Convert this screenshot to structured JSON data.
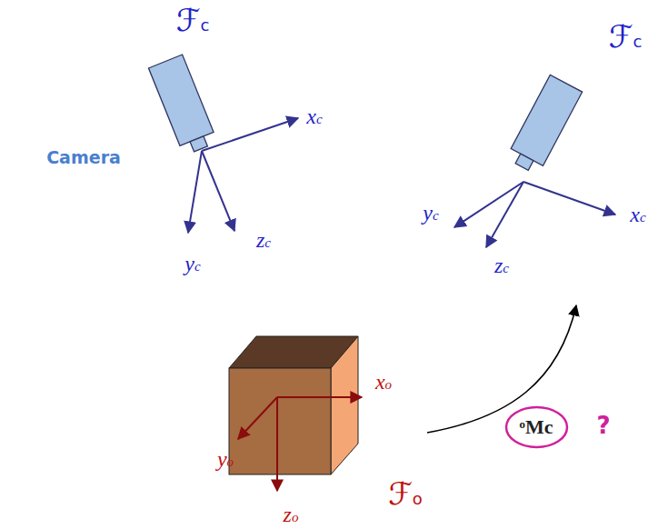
{
  "diagram": {
    "nodes": [
      {
        "text": [
          "ᵒMc"
        ]
      }
    ],
    "labels": [
      "ℱc",
      "xc",
      "Camera",
      "yc",
      "zc",
      "ℱc",
      "yc",
      "xc",
      "zc",
      "xo",
      "yo",
      "zo",
      "ℱo",
      "?"
    ]
  }
}
